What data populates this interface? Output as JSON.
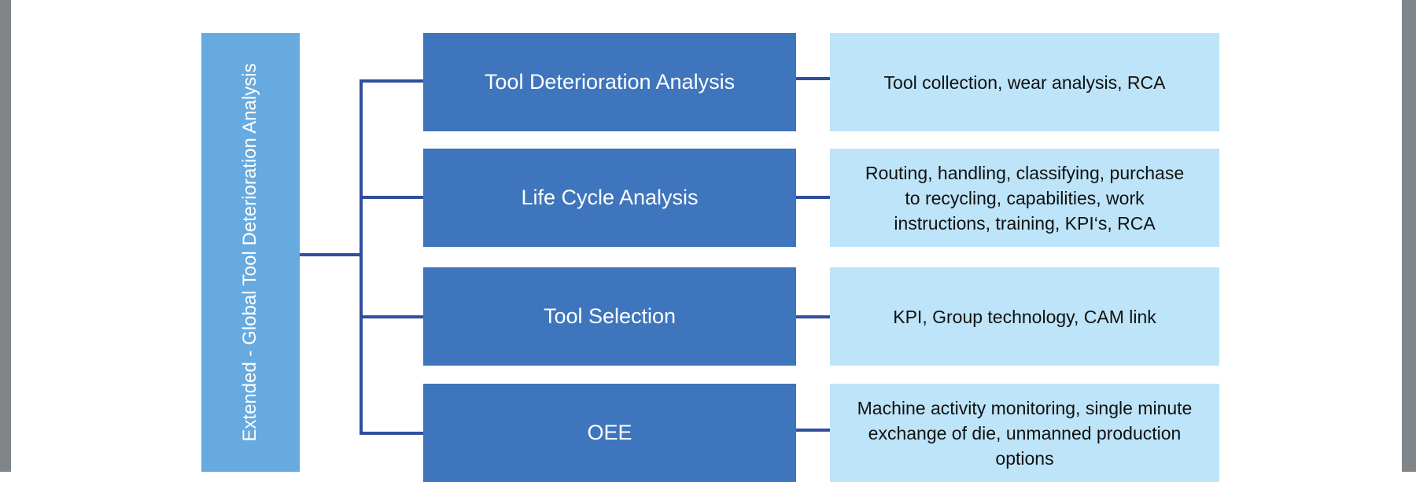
{
  "root": {
    "label": "Extended - Global Tool Deterioration Analysis"
  },
  "branches": [
    {
      "title": "Tool Deterioration Analysis",
      "detail": "Tool collection, wear analysis, RCA"
    },
    {
      "title": "Life Cycle Analysis",
      "detail": "Routing, handling, classifying, purchase to recycling, capabilities, work instructions, training, KPI‘s, RCA"
    },
    {
      "title": "Tool Selection",
      "detail": "KPI, Group technology, CAM link"
    },
    {
      "title": "OEE",
      "detail": "Machine activity monitoring, single minute exchange of die, unmanned production options"
    }
  ],
  "colors": {
    "root": "#67aadf",
    "branch": "#3e75bc",
    "detail": "#bde4f8",
    "connector": "#2f4f9c",
    "frame": "#7f8589"
  }
}
